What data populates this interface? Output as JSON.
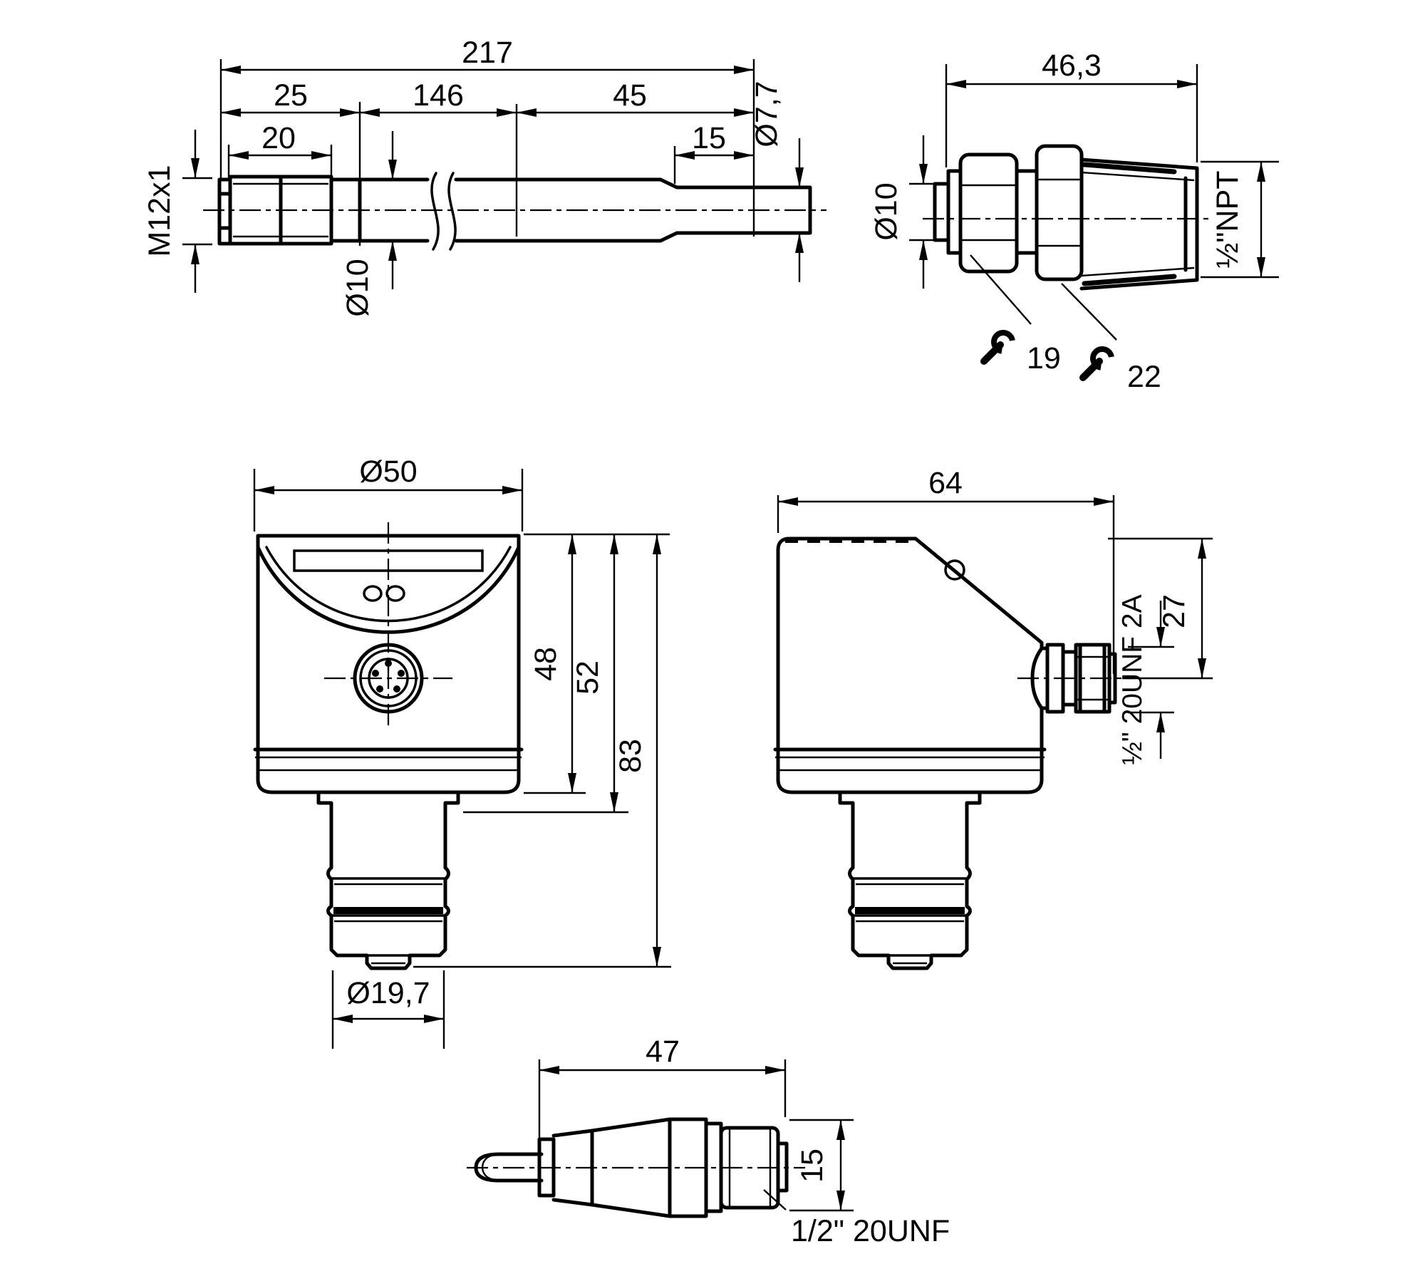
{
  "drawing": {
    "type": "technical-dimensional-drawing",
    "colors": {
      "line": "#000000",
      "background": "#ffffff"
    },
    "icons": {
      "wrench": "open-end-wrench-icon"
    },
    "views": {
      "probe": {
        "name": "probe-side-view",
        "labels": {
          "total_length": "217",
          "section_a": "25",
          "section_b": "146",
          "section_c": "45",
          "thread_length": "20",
          "tip_length": "15",
          "thread_spec": "M12x1",
          "shaft_diameter": "Ø10",
          "tip_diameter": "Ø7,7"
        }
      },
      "fitting": {
        "name": "compression-fitting-view",
        "labels": {
          "total_length": "46,3",
          "bore_diameter": "Ø10",
          "process_thread": "½\"NPT",
          "wrench_size_small": "19",
          "wrench_size_large": "22"
        }
      },
      "front": {
        "name": "sensor-head-front-view",
        "labels": {
          "housing_diameter": "Ø50",
          "height_body": "48",
          "height_collar": "52",
          "height_total": "83",
          "probe_diameter": "Ø19,7"
        }
      },
      "side": {
        "name": "sensor-head-side-view",
        "labels": {
          "depth": "64",
          "connector_offset": "27",
          "connector_thread": "½\" 20UNF 2A"
        }
      },
      "cable": {
        "name": "cable-connector-view",
        "labels": {
          "length": "47",
          "nut_size": "15",
          "thread": "1/2\" 20UNF"
        }
      }
    }
  }
}
